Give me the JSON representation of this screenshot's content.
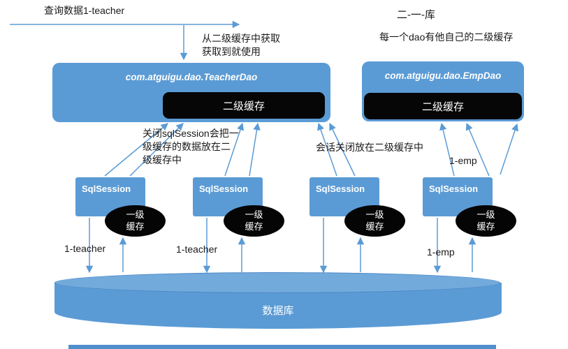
{
  "colors": {
    "shape_blue": "#5b9bd5",
    "cache_black": "#050505",
    "text_white": "#ffffff",
    "text_black": "#1a1a1a"
  },
  "annotations": {
    "query_flow": "查询数据1-teacher",
    "top_right_line1": "二-一-库",
    "top_right_line2": "每一个dao有他自己的二级缓存",
    "from_second_cache": "从二级缓存中获取\n获取到就使用",
    "close_session_note": "关闭sqlSession会把一\n级缓存的数据放在二\n级缓存中",
    "session_close_note": "会话关闭放在二级缓存中",
    "emp_top_label": "1-emp",
    "teacher_label_1": "1-teacher",
    "teacher_label_2": "1-teacher",
    "emp_bottom_label": "1-emp"
  },
  "daos": [
    {
      "title": "com.atguigu.dao.TeacherDao",
      "cache": "二级缓存"
    },
    {
      "title": "com.atguigu.dao.EmpDao",
      "cache": "二级缓存"
    }
  ],
  "sessions": [
    {
      "title": "SqlSession",
      "cache": "一级\n缓存"
    },
    {
      "title": "SqlSession",
      "cache": "一级\n缓存"
    },
    {
      "title": "SqlSession",
      "cache": "一级\n缓存"
    },
    {
      "title": "SqlSession",
      "cache": "一级\n缓存"
    }
  ],
  "database": {
    "label": "数据库"
  }
}
